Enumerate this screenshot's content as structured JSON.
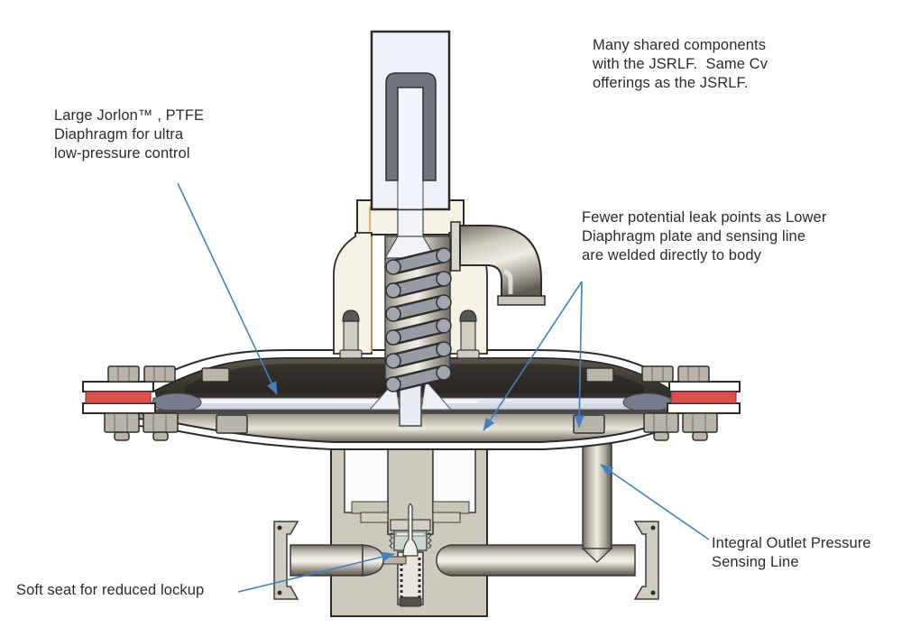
{
  "figure": {
    "kind": "technical-cutaway-diagram",
    "subject": "Sanitary back-pressure regulator cross-section with callouts",
    "annotations": {
      "shared_components": "Many shared components\nwith the JSRLF.  Same Cv\nofferings as the JSRLF.",
      "diaphragm": "Large Jorlon™ , PTFE\nDiaphragm for ultra\nlow-pressure control",
      "leak_points": "Fewer potential leak points as Lower\nDiaphragm plate and sensing line\nare welded directly to body",
      "sensing_line": "Integral Outlet Pressure\nSensing Line",
      "soft_seat": "Soft seat for reduced lockup"
    },
    "colors": {
      "arrow": "#4181c3",
      "text": "#2b2b2b",
      "gasket_red": "#d9534c",
      "diaphragm_lavender": "#d9dce9",
      "body_tan": "#cbcabb",
      "bonnet_cream": "#f7f3e4",
      "bonnet_accent_orange": "#d99f4e",
      "dark_band": "#45403a",
      "housing_white": "#eef2f9",
      "sleeve_gray": "#70747e",
      "outline": "#2b2b2b"
    }
  }
}
